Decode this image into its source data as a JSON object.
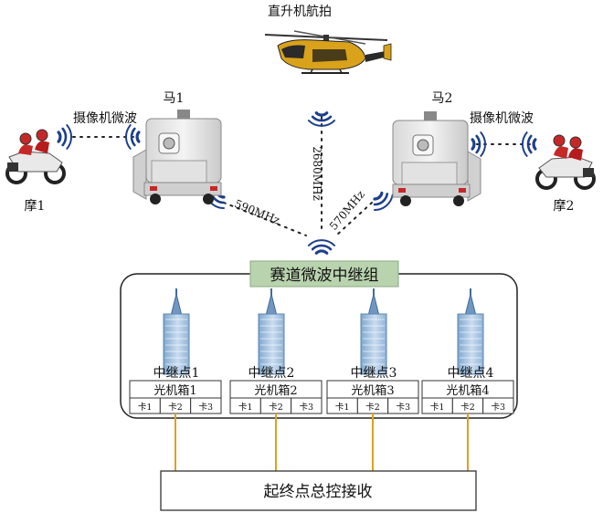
{
  "helicopter_label": "直升机航拍",
  "vehicle_left_label": "马1",
  "vehicle_right_label": "马2",
  "camera_microwave_left": "摄像机微波",
  "camera_microwave_right": "摄像机微波",
  "moto_left_label": "摩1",
  "moto_right_label": "摩2",
  "freq_heli": "2680MHz",
  "freq_left": "590MHz",
  "freq_right": "570MHz",
  "relay_group_title": "赛道微波中继组",
  "relay_points": [
    {
      "name": "中继点1",
      "box": "光机箱1",
      "cards": [
        "卡1",
        "卡2",
        "卡3"
      ]
    },
    {
      "name": "中继点2",
      "box": "光机箱2",
      "cards": [
        "卡1",
        "卡2",
        "卡3"
      ]
    },
    {
      "name": "中继点3",
      "box": "光机箱3",
      "cards": [
        "卡1",
        "卡2",
        "卡3"
      ]
    },
    {
      "name": "中继点4",
      "box": "光机箱4",
      "cards": [
        "卡1",
        "卡2",
        "卡3"
      ]
    }
  ],
  "receiver_label": "起终点总控接收",
  "colors": {
    "wave": "#1d3f8c",
    "fiber": "#e0a020",
    "title_bg": "#b9d3ae",
    "heli_body": "#d9a21a"
  }
}
